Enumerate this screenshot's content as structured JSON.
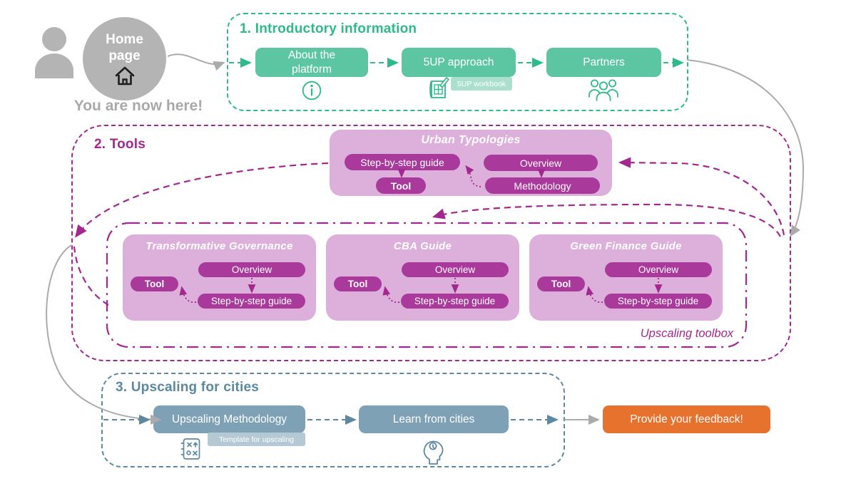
{
  "colors": {
    "green": "#2fb98c",
    "green_fill": "#5cc6a3",
    "green_badge": "#abe0cf",
    "magenta": "#a2278f",
    "magenta_pill": "#a93a9c",
    "purple_card": "#dcb0da",
    "blue": "#5c88a2",
    "blue_fill": "#7fa1b5",
    "blue_badge": "#b5c9d4",
    "orange": "#e7722e",
    "gray": "#b4b4b4"
  },
  "home": {
    "label": "Home page",
    "caption": "You are now here!",
    "icons": [
      "person-icon",
      "home-icon"
    ]
  },
  "section1": {
    "title": "1. Introductory information",
    "buttons": [
      {
        "label": "About the platform",
        "icon": "info-icon"
      },
      {
        "label": "5UP approach",
        "icon": "workbook-icon",
        "badge": "5UP workbook"
      },
      {
        "label": "Partners",
        "icon": "people-icon"
      }
    ]
  },
  "section2": {
    "title": "2. Tools",
    "urban_typologies": {
      "title": "Urban Typologies",
      "pills": {
        "step": "Step-by-step guide",
        "overview": "Overview",
        "tool": "Tool",
        "methodology": "Methodology"
      }
    },
    "toolbox": {
      "label": "Upscaling toolbox",
      "pill_labels": {
        "overview": "Overview",
        "tool": "Tool",
        "step": "Step-by-step guide"
      },
      "tools": [
        {
          "title": "Transformative Governance"
        },
        {
          "title": "CBA Guide"
        },
        {
          "title": "Green Finance Guide"
        }
      ]
    }
  },
  "section3": {
    "title": "3. Upscaling for cities",
    "buttons": [
      {
        "label": "Upscaling Methodology",
        "badge": "Template for upscaling",
        "icon": "strategy-icon"
      },
      {
        "label": "Learn from cities",
        "icon": "head-idea-icon"
      }
    ],
    "feedback": {
      "label": "Provide your feedback!"
    }
  }
}
